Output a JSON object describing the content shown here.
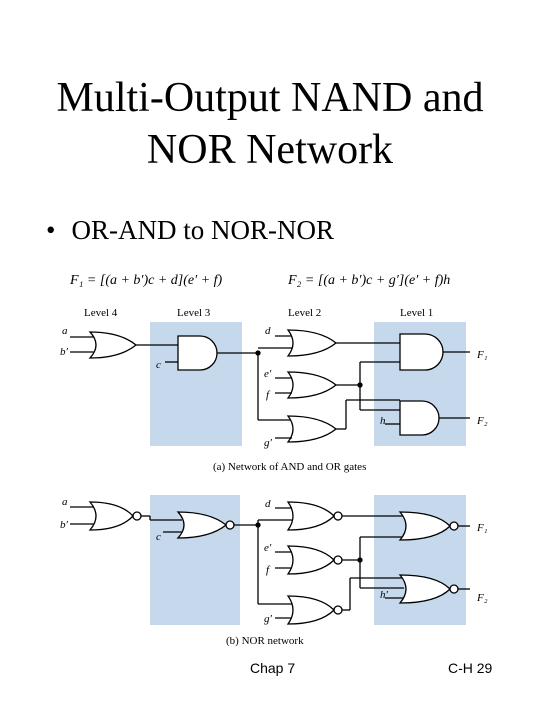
{
  "title": {
    "line1": "Multi-Output NAND and",
    "line2": "NOR Network"
  },
  "bullet": {
    "marker": "•",
    "text": "OR-AND to NOR-NOR"
  },
  "figure": {
    "equation_f1": "F₁ = [(a + b′)c + d](e′ + f)",
    "equation_f2": "F₂ = [(a + b′)c + g′](e′ + f)h",
    "level_labels": [
      "Level 4",
      "Level 3",
      "Level 2",
      "Level 1"
    ],
    "top": {
      "inputs": {
        "a": "a",
        "b": "b′",
        "c": "c",
        "d": "d",
        "e": "e′",
        "f": "f",
        "g": "g′",
        "h": "h"
      },
      "outputs": {
        "f1": "F₁",
        "f2": "F₂"
      },
      "caption": "(a)  Network of AND and OR gates"
    },
    "bottom": {
      "inputs": {
        "a": "a",
        "b": "b′",
        "c": "c",
        "d": "d",
        "e": "e′",
        "f": "f",
        "g": "g′",
        "h": "h′"
      },
      "outputs": {
        "f1": "F₁",
        "f2": "F₂"
      },
      "caption": "(b)  NOR network"
    },
    "shading_color": "#c6d9ec"
  },
  "footer": {
    "center": "Chap 7",
    "right": "C-H  29"
  }
}
